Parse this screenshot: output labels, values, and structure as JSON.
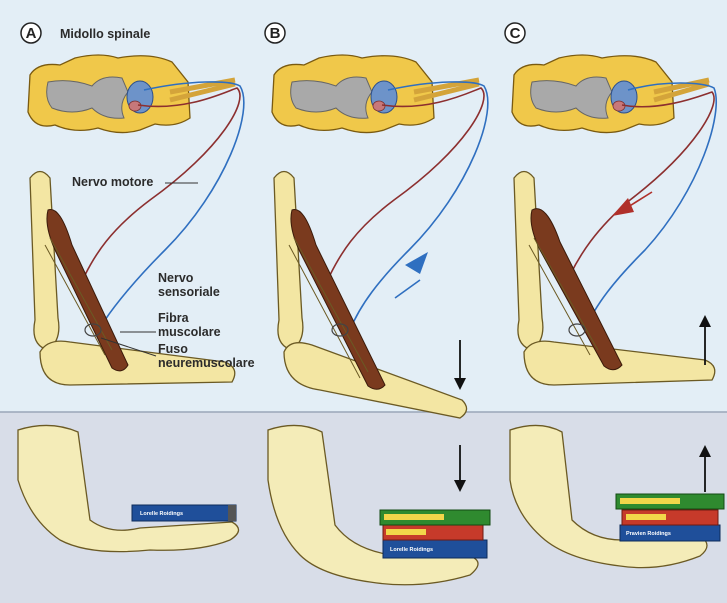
{
  "panels": [
    {
      "letter": "A"
    },
    {
      "letter": "B"
    },
    {
      "letter": "C"
    }
  ],
  "labels": {
    "spinal_cord": "Midollo spinale",
    "motor_nerve": "Nervo motore",
    "sensory_nerve_1": "Nervo",
    "sensory_nerve_2": "sensoriale",
    "muscle_fiber_1": "Fibra",
    "muscle_fiber_2": "muscolare",
    "spindle_1": "Fuso",
    "spindle_2": "neuremuscolare"
  },
  "books": {
    "a_bottom": "Lorelle Roidings",
    "b_bottom": "Lorelle Roidings",
    "c_bottom": "Pravien Roidings"
  },
  "colors": {
    "background_top": "#e3eef6",
    "background_bottom": "#d6dbe6",
    "bone": "#f3e6a3",
    "bone_outline": "#6b5a24",
    "spinal_yellow": "#f0c84a",
    "gray_matter": "#a9a9a9",
    "motor_nerve": "#8c2f2f",
    "sensory_nerve": "#2f6fc0",
    "muscle": "#7a3a1e",
    "arm_skin": "#f4ecb8"
  }
}
